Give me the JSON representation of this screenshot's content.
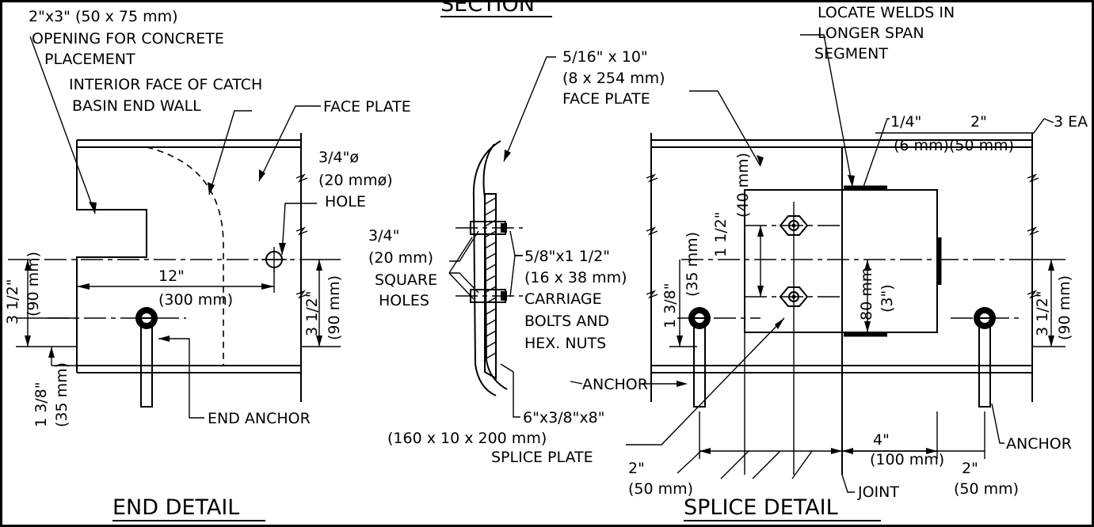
{
  "titles": {
    "section": "SECTION",
    "end_detail": "END DETAIL",
    "splice_detail": "SPLICE DETAIL"
  },
  "end_detail": {
    "opening": [
      "2\"x3\" (50 x 75 mm)",
      "OPENING FOR CONCRETE",
      "PLACEMENT"
    ],
    "interior_face": [
      "INTERIOR FACE OF CATCH",
      "BASIN END WALL"
    ],
    "face_plate": "FACE PLATE",
    "hole_dia": [
      "3/4\"ø",
      "(20 mmø)"
    ],
    "hole": "HOLE",
    "dim_12": "12\"",
    "dim_300": "(300 mm)",
    "left_dim": [
      "3 1/2\"",
      "(90 mm)"
    ],
    "right_dim": [
      "3 1/2\"",
      "(90 mm)"
    ],
    "bottom_dim": [
      "1 3/8\"",
      "(35 mm)"
    ],
    "end_anchor": "END ANCHOR"
  },
  "section": {
    "face_plate": [
      "5/16\" x 10\"",
      "(8 x 254 mm)",
      "FACE PLATE"
    ],
    "square_holes": [
      "3/4\"",
      "(20 mm)",
      "SQUARE",
      "HOLES"
    ],
    "bolts": [
      "5/8\"x1 1/2\"",
      "(16 x 38 mm)",
      "CARRIAGE",
      "BOLTS AND",
      "HEX. NUTS"
    ],
    "splice_plate": [
      "6\"x3/8\"x8\"",
      "(160 x 10 x 200 mm)",
      "SPLICE PLATE"
    ],
    "anchor": "ANCHOR"
  },
  "splice_detail": {
    "locate_welds": [
      "LOCATE WELDS IN",
      "LONGER SPAN",
      "SEGMENT"
    ],
    "weld": [
      "1/4\"",
      "2\"",
      "(6 mm)(50 mm)",
      "3 EA"
    ],
    "v_40": [
      "1 1/2\"",
      "(40 mm)"
    ],
    "v_35": [
      "1 3/8\"",
      "(35 mm)"
    ],
    "v_80": [
      "80 mm",
      "(3\")"
    ],
    "right_dim": [
      "3 1/2\"",
      "(90 mm)"
    ],
    "dim_4": "4\"",
    "dim_100": "(100 mm)",
    "dim_2_left": [
      "2\"",
      "(50 mm)"
    ],
    "dim_2_right": [
      "2\"",
      "(50 mm)"
    ],
    "joint": "JOINT",
    "anchor": "ANCHOR"
  }
}
